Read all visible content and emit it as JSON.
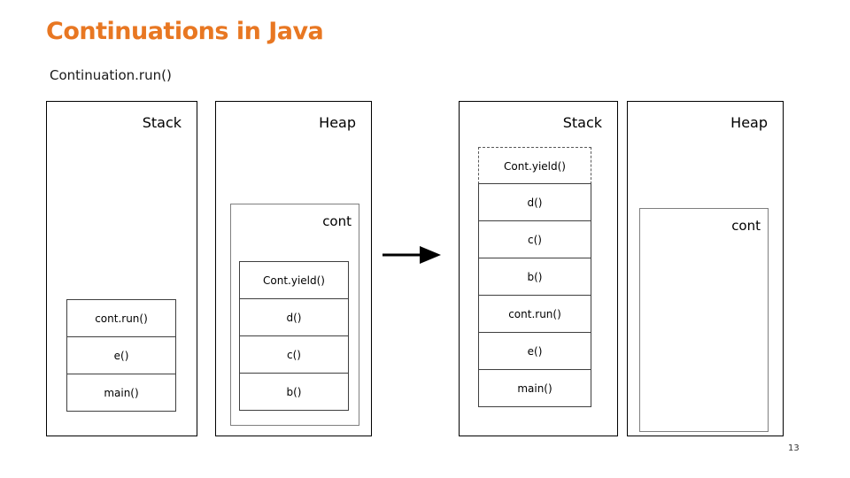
{
  "slide": {
    "title": "Continuations in Java",
    "subtitle": "Continuation.run()",
    "page_number": "13",
    "colors": {
      "title_accent": "#E87722",
      "outer_box_border": "#000000",
      "cont_box_border": "#7f7f7f",
      "frame_border": "#3f3f3f"
    }
  },
  "before": {
    "stack": {
      "label": "Stack",
      "frames": [
        "cont.run()",
        "e()",
        "main()"
      ]
    },
    "heap": {
      "label": "Heap",
      "cont_label": "cont",
      "frames": [
        "Cont.yield()",
        "d()",
        "c()",
        "b()"
      ]
    }
  },
  "arrow": {
    "icon": "arrow-right-icon"
  },
  "after": {
    "stack": {
      "label": "Stack",
      "dashed_frame": "Cont.yield()",
      "frames": [
        "d()",
        "c()",
        "b()",
        "cont.run()",
        "e()",
        "main()"
      ]
    },
    "heap": {
      "label": "Heap",
      "cont_label": "cont"
    }
  }
}
